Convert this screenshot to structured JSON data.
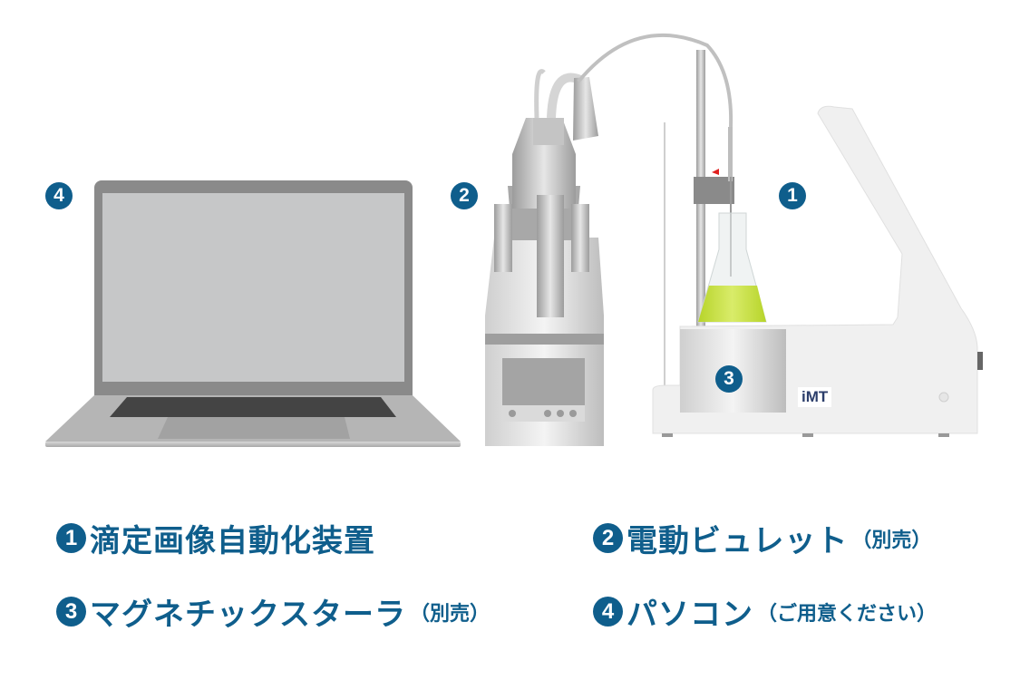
{
  "figure": {
    "markers": [
      {
        "id": "1",
        "label": "1",
        "target": "titration-image-automation-device"
      },
      {
        "id": "2",
        "label": "2",
        "target": "electric-burette"
      },
      {
        "id": "3",
        "label": "3",
        "target": "magnetic-stirrer"
      },
      {
        "id": "4",
        "label": "4",
        "target": "laptop-pc"
      }
    ],
    "device_logo": "iMT"
  },
  "captions": [
    {
      "number": "1",
      "title": "滴定画像自動化装置",
      "note": ""
    },
    {
      "number": "2",
      "title": "電動ビュレット",
      "note": "（別売）"
    },
    {
      "number": "3",
      "title": "マグネチックスターラ",
      "note": "（別売）"
    },
    {
      "number": "4",
      "title": "パソコン",
      "note": "（ご用意ください）"
    }
  ],
  "colors": {
    "accent": "#0f5e8c",
    "liquid": "#c6df3a",
    "device_body": "#eeeeee",
    "laptop_screen": "#c6c7c8",
    "laptop_bezel": "#8a8a8a"
  }
}
